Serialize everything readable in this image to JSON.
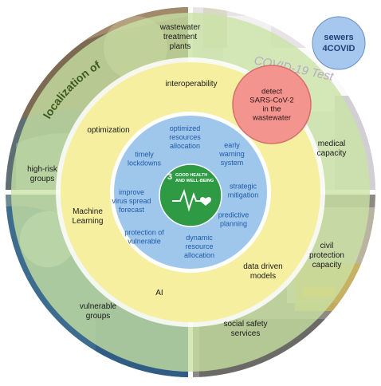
{
  "sewers_badge": {
    "text": [
      "sewers",
      "4COVID"
    ]
  },
  "detect_badge": {
    "text": [
      "detect",
      "SARS-CoV-2",
      "in the",
      "wastewater"
    ]
  },
  "background_texts": {
    "covid_test": "COVID-19 Test"
  },
  "ring_title": {
    "text": "localization of"
  },
  "outer_ring": {
    "items": [
      {
        "name": "wastewater-treatment-plants",
        "lines": [
          "wastewater",
          "treatment",
          "plants"
        ]
      },
      {
        "name": "medical-capacity",
        "lines": [
          "medical",
          "capacity"
        ]
      },
      {
        "name": "civil-protection-capacity",
        "lines": [
          "civil",
          "protection",
          "capacity"
        ]
      },
      {
        "name": "social-safety-services",
        "lines": [
          "social safety",
          "services"
        ]
      },
      {
        "name": "vulnerable-groups",
        "lines": [
          "vulnerable",
          "groups"
        ]
      },
      {
        "name": "high-risk-groups",
        "lines": [
          "high-risk",
          "groups"
        ]
      }
    ]
  },
  "middle_ring": {
    "items": [
      {
        "name": "interoperability",
        "lines": [
          "interoperability"
        ]
      },
      {
        "name": "optimization",
        "lines": [
          "optimization"
        ]
      },
      {
        "name": "machine-learning",
        "lines": [
          "Machine",
          "Learning"
        ]
      },
      {
        "name": "ai",
        "lines": [
          "AI"
        ]
      },
      {
        "name": "data-driven-models",
        "lines": [
          "data driven",
          "models"
        ]
      }
    ]
  },
  "inner_ring": {
    "items": [
      {
        "name": "optimized-resources-allocation",
        "lines": [
          "optimized",
          "resources",
          "allocation"
        ]
      },
      {
        "name": "early-warning-system",
        "lines": [
          "early",
          "warning",
          "system"
        ]
      },
      {
        "name": "strategic-mitigation",
        "lines": [
          "strategic",
          "mitigation"
        ]
      },
      {
        "name": "predictive-planning",
        "lines": [
          "predictive",
          "planning"
        ]
      },
      {
        "name": "dynamic-resource-allocation",
        "lines": [
          "dynamic",
          "resource",
          "allocation"
        ]
      },
      {
        "name": "protection-of-vulnerable",
        "lines": [
          "protection of",
          "vulnerable"
        ]
      },
      {
        "name": "improve-virus-spread-forecast",
        "lines": [
          "improve",
          "virus spread",
          "forecast"
        ]
      },
      {
        "name": "timely-lockdowns",
        "lines": [
          "timely",
          "lockdowns"
        ]
      }
    ]
  },
  "sdg": {
    "number": "3",
    "title_lines": [
      "GOOD HEALTH",
      "AND WELL-BEING"
    ]
  },
  "colors": {
    "outer_ring": "#c9e3a4",
    "middle_ring": "#f5ee9a",
    "inner_ring": "#9fc7ec",
    "sdg_green": "#2f9a44",
    "sewers_badge": "#a7c8ee",
    "detect_badge": "#f4948f",
    "dark_text": "#1a1a1a",
    "blue_text": "#1f5aa8"
  }
}
